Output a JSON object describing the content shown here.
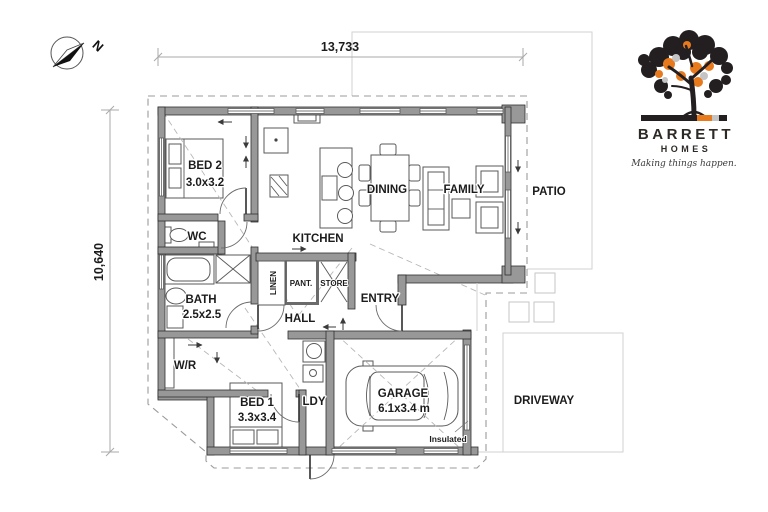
{
  "dimensions": {
    "width": "13,733",
    "height": "10,640"
  },
  "compass": {
    "north": "N"
  },
  "rooms": {
    "bed2": {
      "name": "BED 2",
      "size": "3.0x3.2"
    },
    "wc": {
      "name": "WC"
    },
    "bath": {
      "name": "BATH",
      "size": "2.5x2.5"
    },
    "wr": {
      "name": "W/R"
    },
    "bed1": {
      "name": "BED 1",
      "size": "3.3x3.4"
    },
    "kitchen": {
      "name": "KITCHEN"
    },
    "dining": {
      "name": "DINING"
    },
    "family": {
      "name": "FAMILY"
    },
    "patio": {
      "name": "PATIO"
    },
    "entry": {
      "name": "ENTRY"
    },
    "hall": {
      "name": "HALL"
    },
    "linen": {
      "name": "LINEN"
    },
    "pantry": {
      "name": "PANT."
    },
    "store": {
      "name": "STORE"
    },
    "laundry": {
      "name": "LDY"
    },
    "garage": {
      "name": "GARAGE",
      "size": "6.1x3.4 m",
      "note": "Insulated"
    },
    "driveway": {
      "name": "DRIVEWAY"
    }
  },
  "logo": {
    "brand": "BARRETT",
    "division": "HOMES",
    "tagline": "Making things happen.",
    "accent_orange": "#E87A1E",
    "accent_black": "#231F20",
    "accent_gray": "#C4C4C4"
  }
}
